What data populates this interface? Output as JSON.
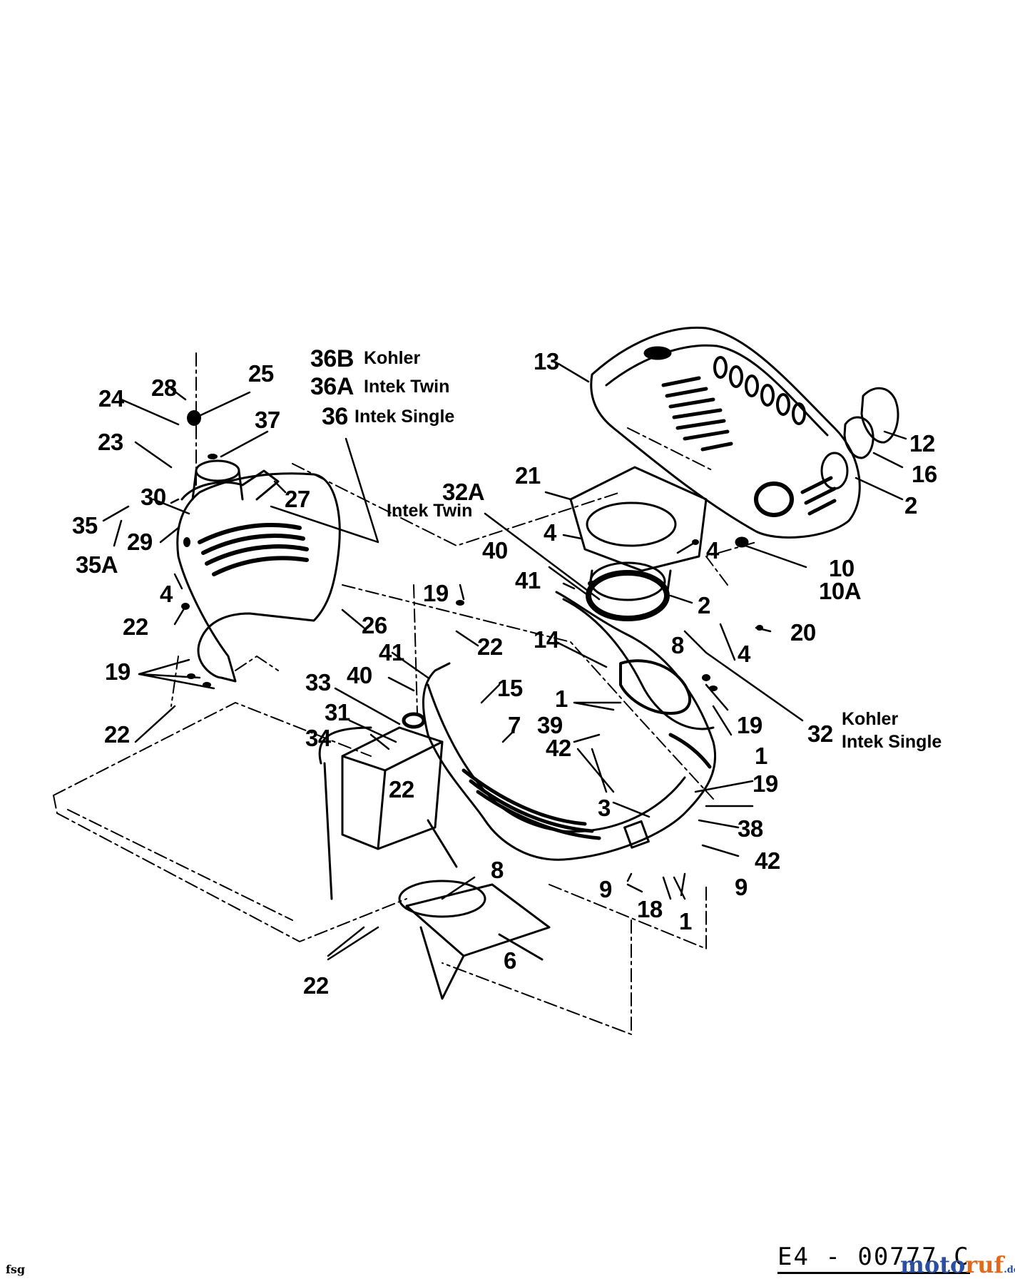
{
  "diagram": {
    "callouts": [
      {
        "id": "c13",
        "text": "13"
      },
      {
        "id": "c12",
        "text": "12"
      },
      {
        "id": "c16",
        "text": "16"
      },
      {
        "id": "c2a",
        "text": "2"
      },
      {
        "id": "c21",
        "text": "21"
      },
      {
        "id": "c32A",
        "text": "32A"
      },
      {
        "id": "c4a",
        "text": "4"
      },
      {
        "id": "c4b",
        "text": "4"
      },
      {
        "id": "c40a",
        "text": "40"
      },
      {
        "id": "c41a",
        "text": "41"
      },
      {
        "id": "c2b",
        "text": "2"
      },
      {
        "id": "c10",
        "text": "10"
      },
      {
        "id": "c10A",
        "text": "10A"
      },
      {
        "id": "c20",
        "text": "20"
      },
      {
        "id": "c4c",
        "text": "4"
      },
      {
        "id": "c8a",
        "text": "8"
      },
      {
        "id": "c14",
        "text": "14"
      },
      {
        "id": "c19a",
        "text": "19"
      },
      {
        "id": "c32",
        "text": "32"
      },
      {
        "id": "c15",
        "text": "15"
      },
      {
        "id": "c7",
        "text": "7"
      },
      {
        "id": "c1a",
        "text": "1"
      },
      {
        "id": "c39",
        "text": "39"
      },
      {
        "id": "c42a",
        "text": "42"
      },
      {
        "id": "c1b",
        "text": "1"
      },
      {
        "id": "c19b",
        "text": "19"
      },
      {
        "id": "c3",
        "text": "3"
      },
      {
        "id": "c38",
        "text": "38"
      },
      {
        "id": "c42b",
        "text": "42"
      },
      {
        "id": "c9a",
        "text": "9"
      },
      {
        "id": "c9b",
        "text": "9"
      },
      {
        "id": "c18",
        "text": "18"
      },
      {
        "id": "c1c",
        "text": "1"
      },
      {
        "id": "c8b",
        "text": "8"
      },
      {
        "id": "c6",
        "text": "6"
      },
      {
        "id": "c22a",
        "text": "22"
      },
      {
        "id": "c22b",
        "text": "22"
      },
      {
        "id": "c33",
        "text": "33"
      },
      {
        "id": "c31",
        "text": "31"
      },
      {
        "id": "c34",
        "text": "34"
      },
      {
        "id": "c40b",
        "text": "40"
      },
      {
        "id": "c41b",
        "text": "41"
      },
      {
        "id": "c19c",
        "text": "19"
      },
      {
        "id": "c22c",
        "text": "22"
      },
      {
        "id": "c26",
        "text": "26"
      },
      {
        "id": "c22d",
        "text": "22"
      },
      {
        "id": "c19d",
        "text": "19"
      },
      {
        "id": "c22e",
        "text": "22"
      },
      {
        "id": "c4d",
        "text": "4"
      },
      {
        "id": "c29",
        "text": "29"
      },
      {
        "id": "c30",
        "text": "30"
      },
      {
        "id": "c35",
        "text": "35"
      },
      {
        "id": "c35A",
        "text": "35A"
      },
      {
        "id": "c23",
        "text": "23"
      },
      {
        "id": "c24",
        "text": "24"
      },
      {
        "id": "c28",
        "text": "28"
      },
      {
        "id": "c25",
        "text": "25"
      },
      {
        "id": "c37",
        "text": "37"
      },
      {
        "id": "c27",
        "text": "27"
      },
      {
        "id": "c36B",
        "text": "36B"
      },
      {
        "id": "c36A",
        "text": "36A"
      },
      {
        "id": "c36",
        "text": "36"
      }
    ],
    "engine_notes": {
      "n36B": "Kohler",
      "n36A": "Intek Twin",
      "n36": "Intek Single",
      "n32A": "Intek Twin",
      "n32a": "Kohler",
      "n32b": "Intek Single"
    },
    "drawing_code": "E4 - 00777 C",
    "footer_left": "fsg",
    "brand": {
      "part1": "moto",
      "part2": "ruf",
      "suffix": ".de"
    }
  }
}
